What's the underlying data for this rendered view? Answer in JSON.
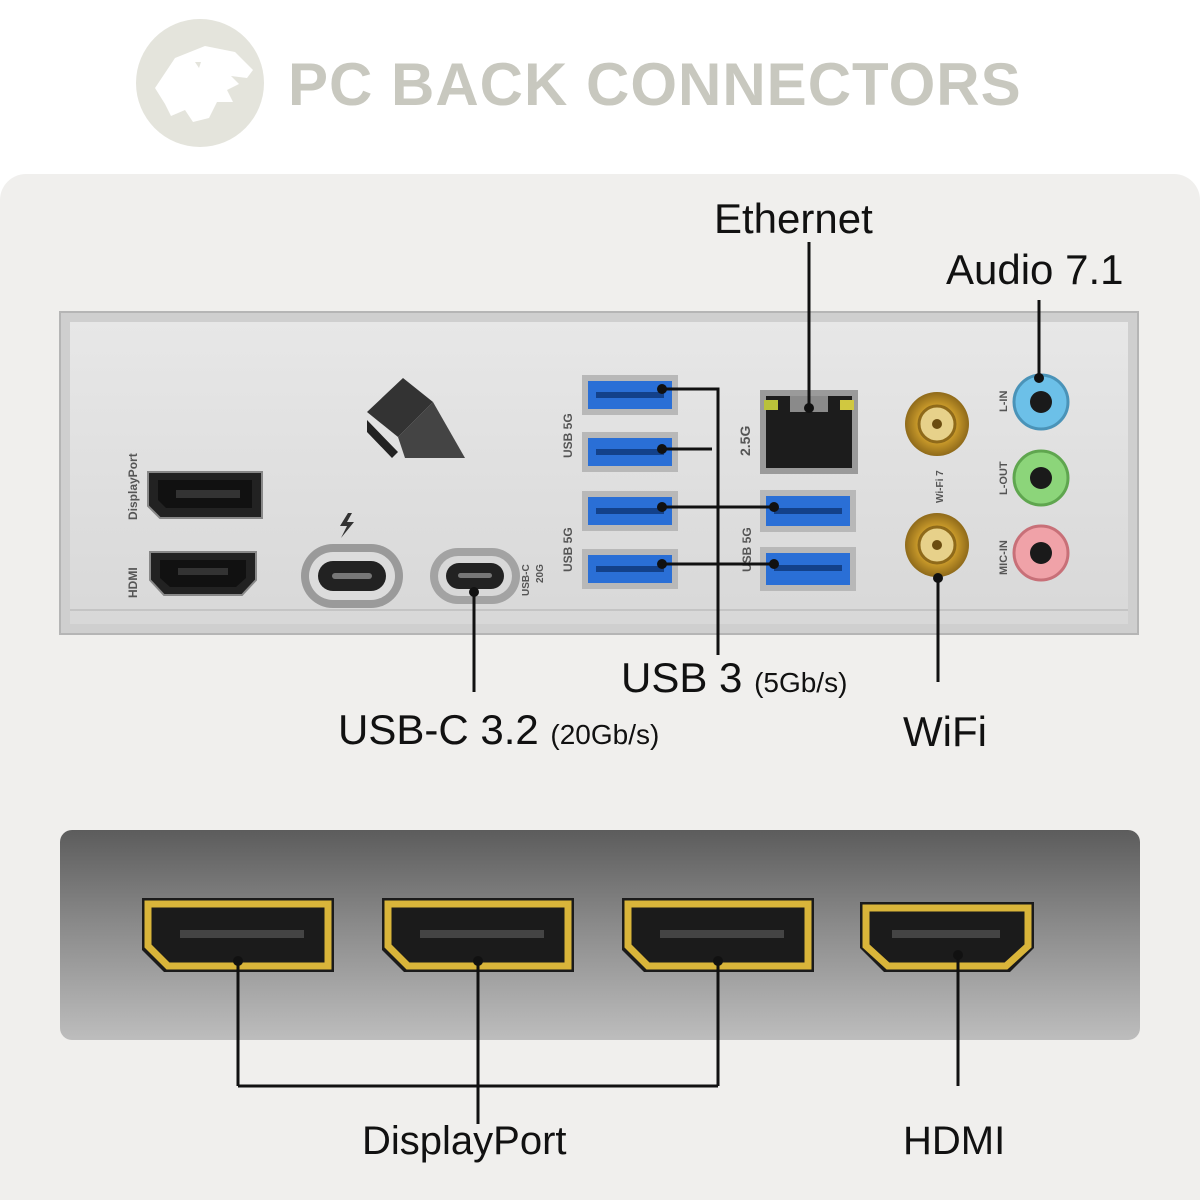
{
  "header": {
    "title": "PC BACK CONNECTORS"
  },
  "io_shield": {
    "silk": {
      "displayport": "DisplayPort",
      "hdmi": "HDMI",
      "usb5g_top": "USB 5G",
      "usb5g_bottom": "USB 5G",
      "usb5g_right": "USB 5G",
      "usbc": "USB-C",
      "usbc_20g": "20G",
      "lan_speed": "2.5G",
      "wifi": "Wi-Fi 7",
      "line_in": "L-IN",
      "line_out": "L-OUT",
      "mic_in": "MIC-IN"
    }
  },
  "callouts": {
    "ethernet": "Ethernet",
    "audio": "Audio 7.1",
    "usb3_main": "USB 3",
    "usb3_speed": "(5Gb/s)",
    "usbc_main": "USB-C 3.2",
    "usbc_speed": "(20Gb/s)",
    "wifi": "WiFi",
    "displayport": "DisplayPort",
    "hdmi": "HDMI"
  },
  "colors": {
    "usb3_blue": "#2a6fd6",
    "audio_line_in": "#6cc0e8",
    "audio_line_out": "#8cd57a",
    "audio_mic": "#f0a2a8",
    "gpu_gold": "#d9b53a",
    "title_gray": "#c8c8bf"
  }
}
